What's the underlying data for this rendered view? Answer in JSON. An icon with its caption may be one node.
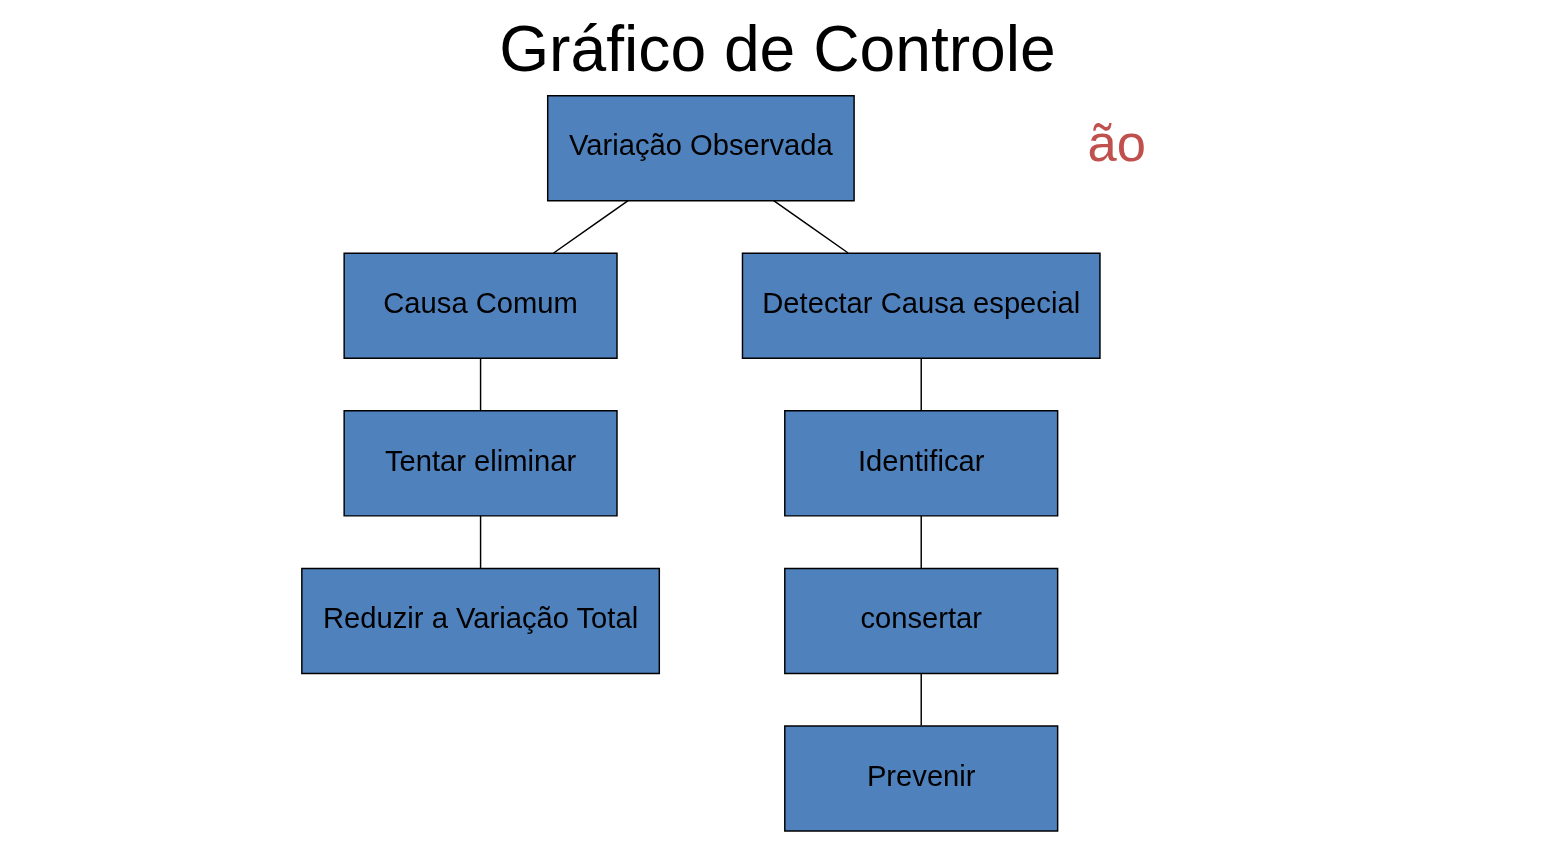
{
  "diagram": {
    "title": "Gráfico de Controle",
    "nodes": [
      {
        "text": [
          "Variação Observada"
        ]
      },
      {
        "text": [
          "Causa Comum"
        ]
      },
      {
        "text": [
          "Tentar eliminar"
        ]
      },
      {
        "text": [
          "Reduzir a Variação Total"
        ]
      },
      {
        "text": [
          "Detectar Causa especial"
        ]
      },
      {
        "text": [
          "Identificar"
        ]
      },
      {
        "text": [
          "consertar"
        ]
      },
      {
        "text": [
          "Prevenir"
        ]
      }
    ],
    "edges": [
      {
        "from": 0,
        "to": 1,
        "arrow": "none"
      },
      {
        "from": 0,
        "to": 4,
        "arrow": "none"
      },
      {
        "from": 1,
        "to": 2,
        "arrow": "none"
      },
      {
        "from": 2,
        "to": 3,
        "arrow": "none"
      },
      {
        "from": 4,
        "to": 5,
        "arrow": "none"
      },
      {
        "from": 5,
        "to": 6,
        "arrow": "none"
      },
      {
        "from": 6,
        "to": 7,
        "arrow": "none"
      }
    ],
    "labels": [
      "ão"
    ]
  }
}
